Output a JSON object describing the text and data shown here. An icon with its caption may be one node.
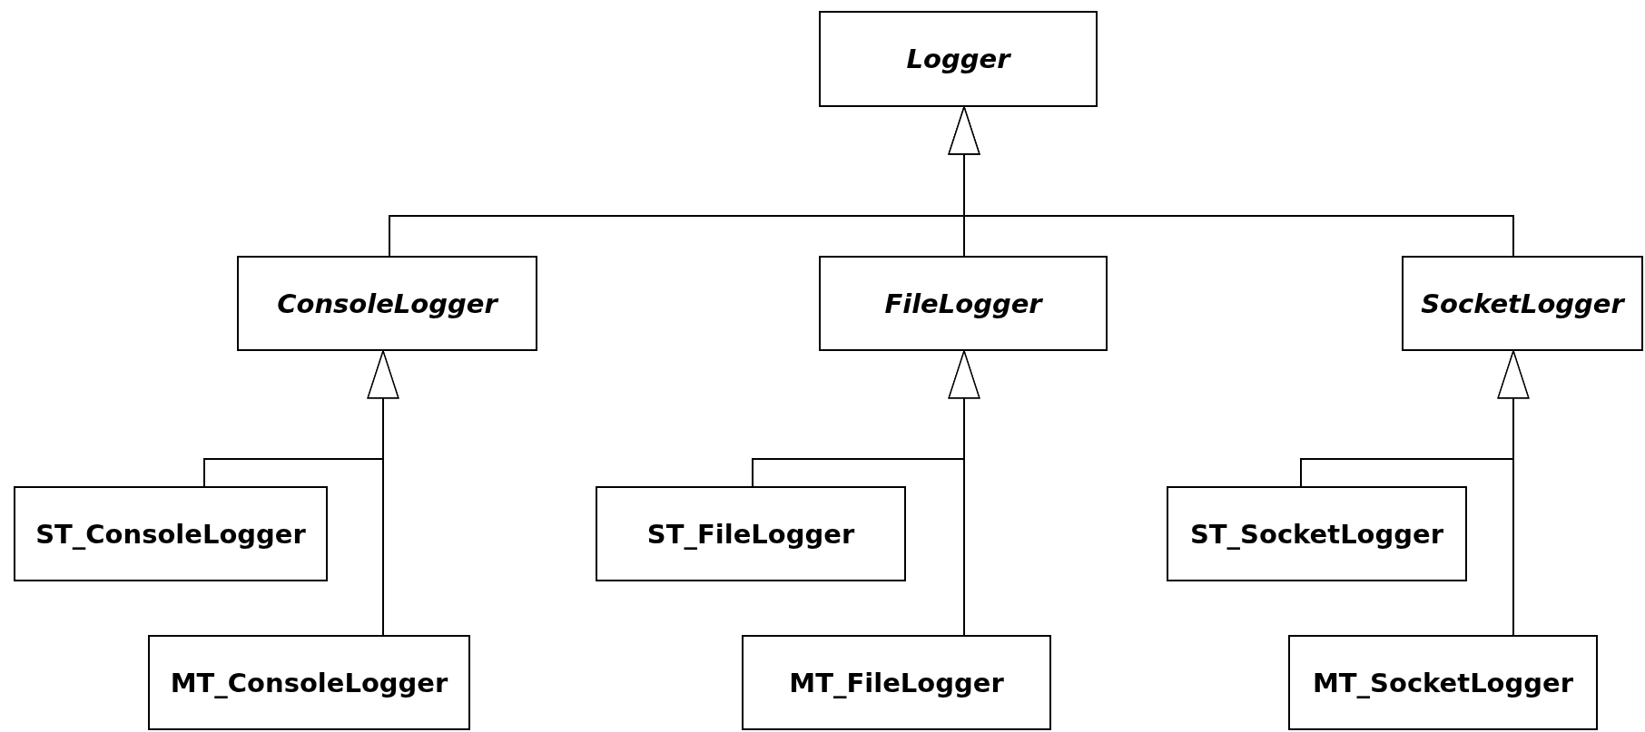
{
  "diagram": {
    "nodes": [
      {
        "text": [
          "Logger"
        ]
      },
      {
        "text": [
          "ConsoleLogger"
        ]
      },
      {
        "text": [
          "FileLogger"
        ]
      },
      {
        "text": [
          "SocketLogger"
        ]
      },
      {
        "text": [
          "ST_ConsoleLogger"
        ]
      },
      {
        "text": [
          "ST_FileLogger"
        ]
      },
      {
        "text": [
          "ST_SocketLogger"
        ]
      },
      {
        "text": [
          "MT_ConsoleLogger"
        ]
      },
      {
        "text": [
          "MT_FileLogger"
        ]
      },
      {
        "text": [
          "MT_SocketLogger"
        ]
      }
    ],
    "edges": [
      {
        "from": 1,
        "to": 0,
        "arrow": "to"
      },
      {
        "from": 2,
        "to": 0,
        "arrow": "to"
      },
      {
        "from": 3,
        "to": 0,
        "arrow": "to"
      },
      {
        "from": 4,
        "to": 1,
        "arrow": "to"
      },
      {
        "from": 7,
        "to": 1,
        "arrow": "to"
      },
      {
        "from": 5,
        "to": 2,
        "arrow": "to"
      },
      {
        "from": 8,
        "to": 2,
        "arrow": "to"
      },
      {
        "from": 6,
        "to": 3,
        "arrow": "to"
      },
      {
        "from": 9,
        "to": 3,
        "arrow": "to"
      }
    ]
  }
}
